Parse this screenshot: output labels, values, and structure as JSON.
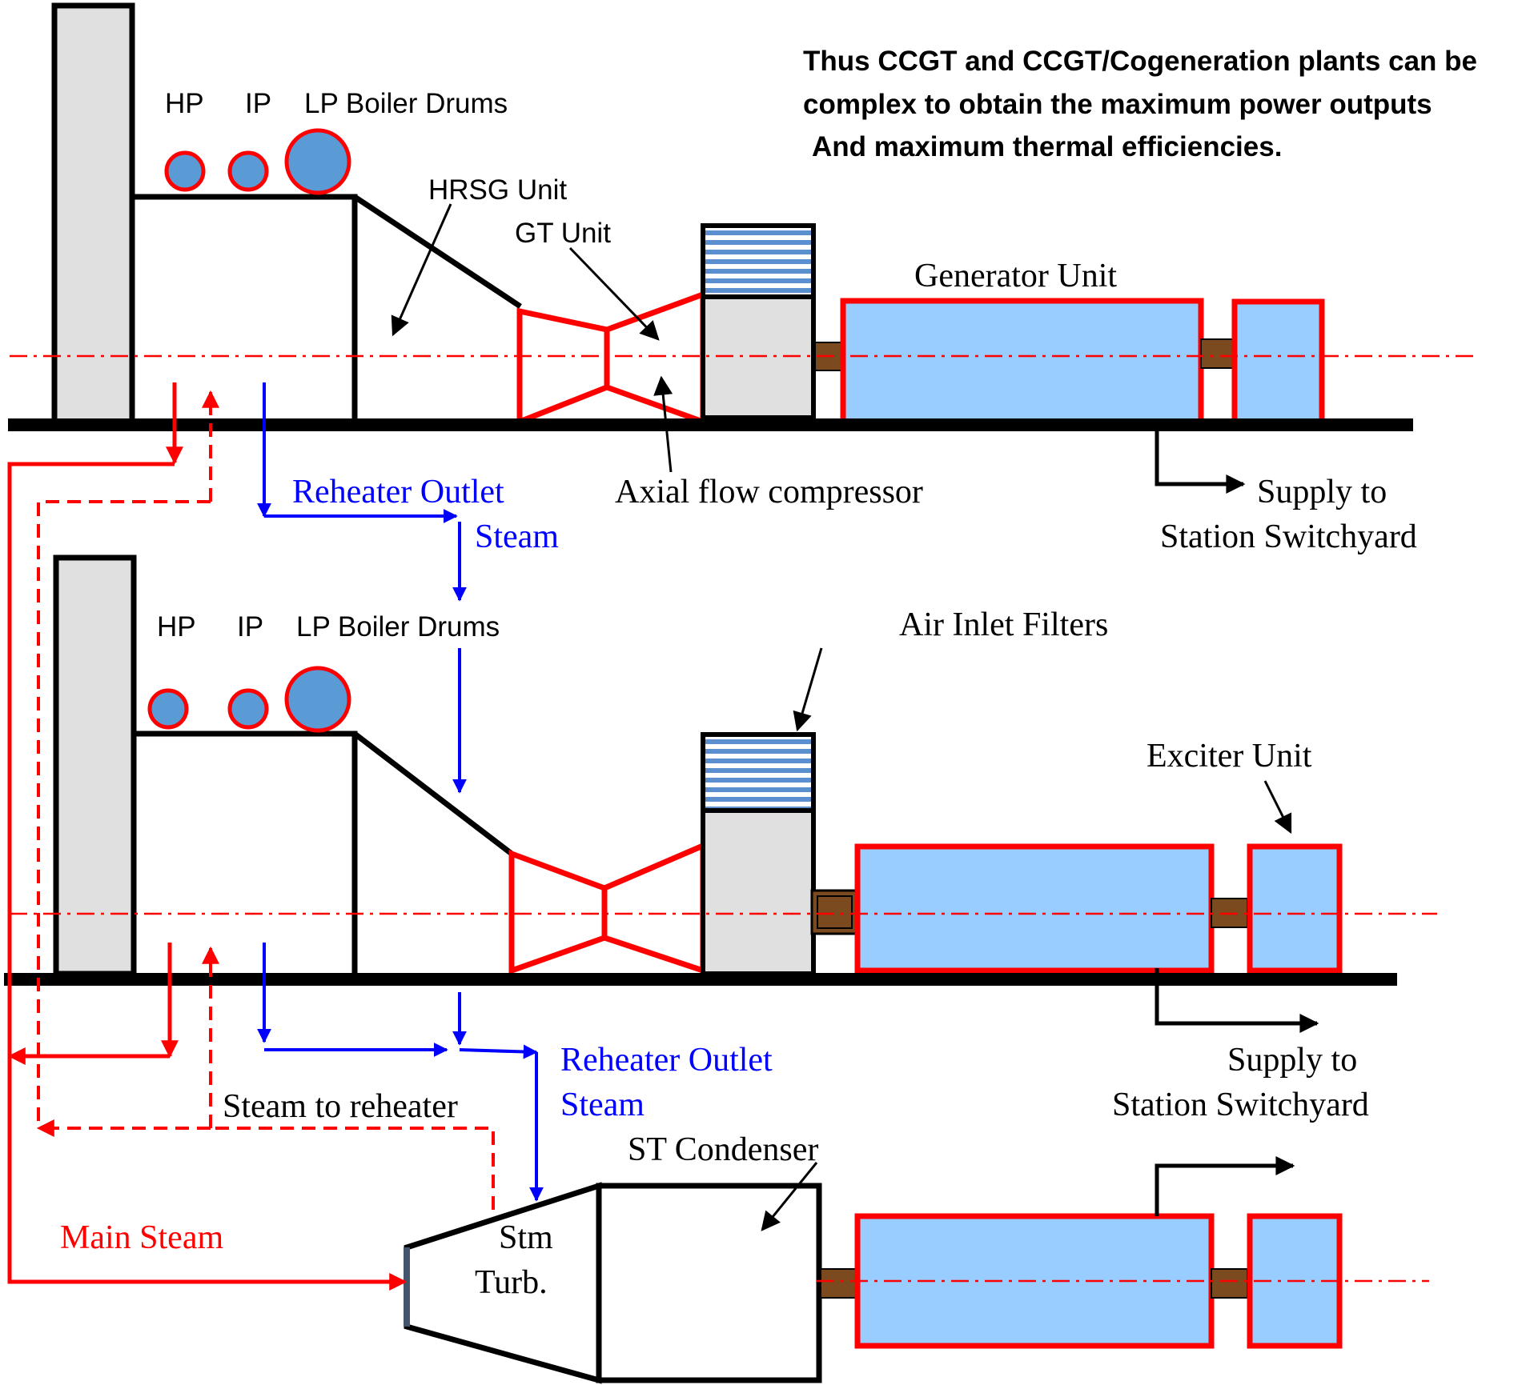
{
  "note": {
    "line1": "Thus CCGT and CCGT/Cogeneration plants can be",
    "line2": "complex to obtain the maximum power outputs",
    "line3": "And maximum thermal efficiencies."
  },
  "unit1": {
    "hp": "HP",
    "ip": "IP",
    "lp": "LP Boiler Drums",
    "hrsg": "HRSG Unit",
    "gt": "GT Unit",
    "generator": "Generator Unit",
    "compressor": "Axial flow compressor",
    "supply1": "Supply to",
    "supply2": "Station Switchyard",
    "reheat1": "Reheater Outlet",
    "reheat2": "Steam"
  },
  "unit2": {
    "hp": "HP",
    "ip": "IP",
    "lp": "LP Boiler Drums",
    "filters": "Air Inlet Filters",
    "exciter": "Exciter Unit",
    "supply1": "Supply to",
    "supply2": "Station Switchyard",
    "reheat1": "Reheater Outlet",
    "reheat2": "Steam"
  },
  "steam": {
    "to_reheater": "Steam to reheater",
    "main": "Main Steam",
    "condenser": "ST Condenser",
    "turbine1": "Stm",
    "turbine2": "Turb."
  },
  "colors": {
    "red": "#ff0000",
    "blue": "#0000ff",
    "fill_blue": "#99ccff",
    "drum_blue": "#5b9bd5",
    "grey": "#e0e0e0",
    "coupling": "#7b4a1e"
  }
}
